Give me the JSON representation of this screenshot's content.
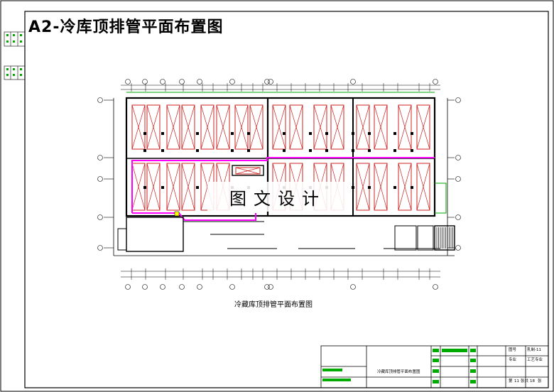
{
  "drawing": {
    "title": "A2-冷库顶排管平面布置图",
    "caption": "冷藏库顶排管平面布置图",
    "watermark": "图文设计"
  },
  "title_block": {
    "drawing_name": "冷藏库顶排管平面布置图",
    "drawing_no_label": "图号",
    "drawing_no_value": "乳制-11",
    "specialty_label": "专业",
    "specialty_value": "工艺专业",
    "sheet_prefix": "第",
    "sheet_no": "11",
    "sheet_mid": "张共",
    "sheet_total": "18",
    "sheet_suffix": "张"
  },
  "colors": {
    "frame": "#000000",
    "linework": "#000000",
    "room_pipe": "#cc2222",
    "header_pipe": "#ff00ff",
    "green_pipe": "#00aa00",
    "yellow_mark": "#ffff00"
  }
}
